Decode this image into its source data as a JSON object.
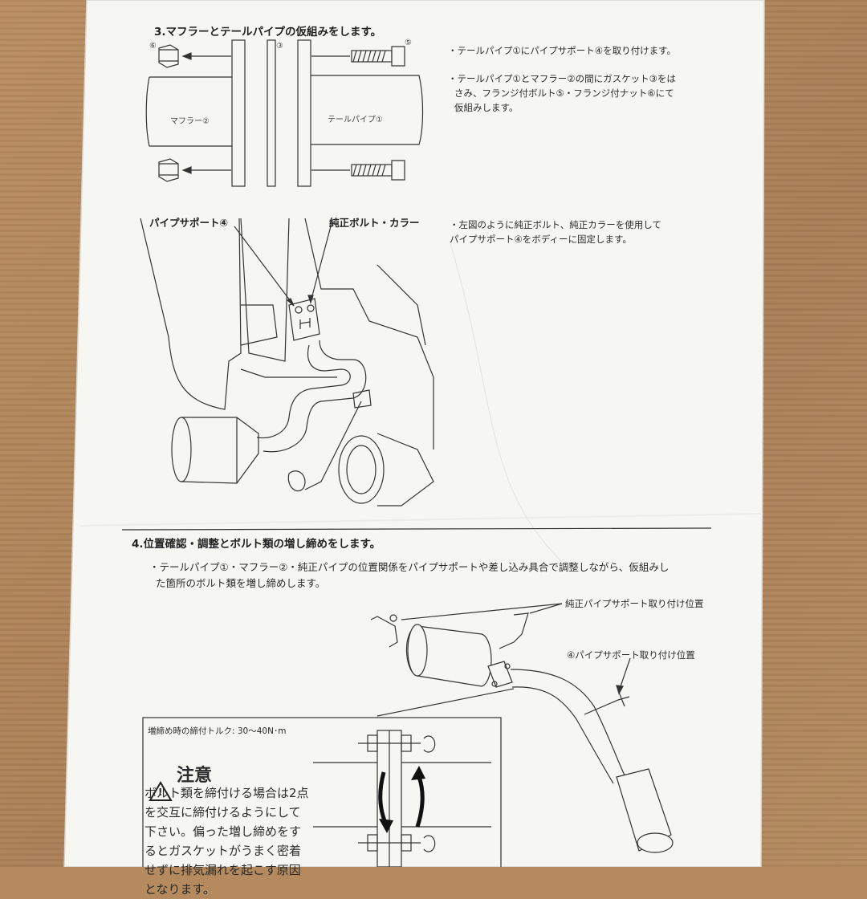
{
  "section3": {
    "heading": "3.マフラーとテールパイプの仮組みをします。",
    "muffler_label": "マフラー②",
    "tailpipe_label": "テールパイプ①",
    "num_6": "⑥",
    "num_3": "③",
    "num_5": "⑤",
    "note1": "・テールパイプ①にパイプサポート④を取り付けます。",
    "note2_l1": "・テールパイプ①とマフラー②の間にガスケット③をは",
    "note2_l2": "さみ、フランジ付ボルト⑤・フランジ付ナット⑥にて",
    "note2_l3": "仮組みします。"
  },
  "support": {
    "label_support": "パイプサポート④",
    "label_bolt": "純正ボルト・カラー",
    "note_l1": "・左図のように純正ボルト、純正カラーを使用して",
    "note_l2": "パイプサポート④をボディーに固定します。"
  },
  "section4": {
    "heading": "4.位置確認・調整とボルト類の増し締めをします。",
    "body_l1": "・テールパイプ①・マフラー②・純正パイプの位置関係をパイプサポートや差し込み具合で調整しながら、仮組みし",
    "body_l2": "た箇所のボルト類を増し締めします。",
    "callout_oem": "純正パイプサポート取り付け位置",
    "callout_support": "④パイプサポート取り付け位置"
  },
  "caution": {
    "torque": "増締め時の締付トルク: 30～40N･m",
    "icon_mark": "!",
    "title": "注意",
    "body": "ボルト類を締付ける場合は2点を交互に締付けるようにして下さい。偏った増し締めをするとガスケットがうまく密着せずに排気漏れを起こす原因となります。"
  },
  "colors": {
    "paper": "#f6f6f3",
    "ink": "#2b2b2b",
    "cardboard": "#b58a5e"
  }
}
